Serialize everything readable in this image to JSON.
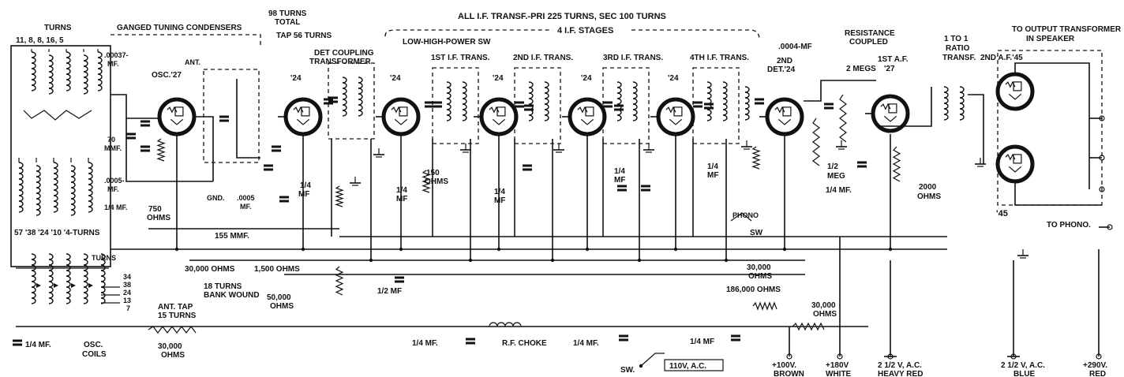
{
  "header": {
    "if_note": "ALL I.F. TRANSF.-PRI 225 TURNS, SEC 100 TURNS",
    "if_stages": "4 I.F. STAGES",
    "low_high_sw": "LOW-HIGH-POWER SW",
    "gang": "GANGED TUNING CONDENSERS",
    "turns98": "98 TURNS",
    "total": "TOTAL",
    "tap56": "TAP 56 TURNS",
    "det_coupling_1": "DET COUPLING",
    "det_coupling_2": "TRANSFORMER",
    "resistance_1": "RESISTANCE",
    "resistance_2": "COUPLED",
    "ratio_1": "1 TO 1",
    "ratio_2": "RATIO",
    "ratio_3": "TRANSF.",
    "output_1": "TO OUTPUT TRANSFORMER",
    "output_2": "IN SPEAKER"
  },
  "coils": {
    "turns_label": "TURNS",
    "turns_values": "11, 8, 8, 16, 5",
    "tube_types_row": "57 '38 '24 '10 '4-TURNS",
    "osc_turns_title": "TURNS",
    "osc_turns": [
      "34",
      "38",
      "24",
      "13",
      "7"
    ],
    "osc_coils_1": "OSC.",
    "osc_coils_2": "COILS",
    "ant_tap_1": "ANT. TAP",
    "ant_tap_2": "15 TURNS",
    "bank_1": "18 TURNS",
    "bank_2": "BANK WOUND",
    "ant": "ANT.",
    "gnd": "GND."
  },
  "tubes": {
    "osc": "OSC.'27",
    "rf": "'24",
    "det1": "'24",
    "if1": "'24",
    "if2": "'24",
    "if3": "'24",
    "det2_1": "2ND",
    "det2_2": "DET.'24",
    "af1_1": "1ST A.F.",
    "af1_2": "'27",
    "af2": "2ND A.F.'45",
    "af3": "'45"
  },
  "if_trans": {
    "t1": "1ST I.F. TRANS.",
    "t2": "2ND I.F. TRANS.",
    "t3": "3RD I.F. TRANS.",
    "t4": "4TH I.F. TRANS."
  },
  "values": {
    "c00037_1": ".00037-",
    "c00037_2": "MF.",
    "c70_1": "70",
    "c70_2": "MMF.",
    "c0005a_1": ".0005-",
    "c0005a_2": "MF.",
    "quarter_mf": "1/4 MF.",
    "r750_1": "750",
    "r750_2": "OHMS",
    "c0005b_1": ".0005",
    "c0005b_2": "MF.",
    "c155": "155 MMF.",
    "c14_rf_1": "1/4",
    "c14_rf_2": "MF",
    "r150_1": "150",
    "r150_2": "OHMS",
    "c14_if1_1": "1/4",
    "c14_if1_2": "MF",
    "c14_if2_1": "1/4",
    "c14_if2_2": "MF",
    "c14_if3_1": "1/4",
    "c14_if3_2": "MF",
    "c14_det2_1": "1/4",
    "c14_det2_2": "MF",
    "c0004": ".0004-MF",
    "r2megs": "2 MEGS",
    "r_half_meg_1": "1/2",
    "r_half_meg_2": "MEG",
    "c14_af": "1/4 MF.",
    "r2000_1": "2000",
    "r2000_2": "OHMS",
    "r30000_a": "30,000 OHMS",
    "r1500": "1,500 OHMS",
    "r50000_1": "50,000",
    "r50000_2": "OHMS",
    "c12": "1/2 MF",
    "r30000_b_1": "30,000",
    "r30000_b_2": "OHMS",
    "r186000": "186,000 OHMS",
    "r30000_c_1": "30,000",
    "r30000_c_2": "OHMS",
    "phono_sw_1": "PHONO",
    "phono_sw_2": "SW",
    "to_phono": "TO PHONO."
  },
  "bottom": {
    "c14_a": "1/4 MF.",
    "osc_1": "OSC.",
    "osc_2": "COILS",
    "r30000_1": "30,000",
    "r30000_2": "OHMS",
    "c14_b": "1/4 MF.",
    "rf_choke": "R.F. CHOKE",
    "c14_c": "1/4 MF.",
    "c14_d": "1/4 MF",
    "sw": "SW.",
    "mains": "110V, A.C."
  },
  "terminals": [
    {
      "v": "+100V.",
      "c": "BROWN"
    },
    {
      "v": "+180V",
      "c": "WHITE"
    },
    {
      "v": "2 1/2 V, A.C.",
      "c": "HEAVY RED"
    },
    {
      "v": "2 1/2 V, A.C.",
      "c": "BLUE"
    },
    {
      "v": "+290V.",
      "c": "RED"
    }
  ]
}
